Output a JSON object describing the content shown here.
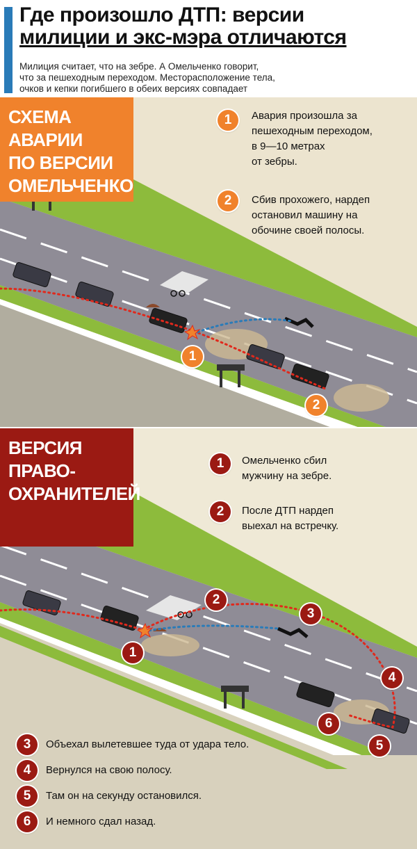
{
  "header": {
    "title_line1": "Где произошло ДТП: версии",
    "title_line2": "милиции и экс-мэра отличаются",
    "subtitle_line1": "Милиция считает, что на зебре. А Омельченко говорит,",
    "subtitle_line2": "что за пешеходным переходом. Месторасположение тела,",
    "subtitle_line3": "очков и кепки погибшего в обеих версиях совпадает"
  },
  "panel1": {
    "title_line1": "СХЕМА АВАРИИ",
    "title_line2": "ПО ВЕРСИИ",
    "title_line3": "ОМЕЛЬЧЕНКО",
    "items": [
      {
        "num": "1",
        "lines": [
          "Авария произошла за",
          "пешеходным переходом,",
          "в 9—10 метрах",
          "от зебры."
        ]
      },
      {
        "num": "2",
        "lines": [
          "Сбив прохожего, нардеп",
          "остановил машину на",
          "обочине своей полосы."
        ]
      }
    ],
    "markers": [
      "1",
      "2"
    ]
  },
  "panel2": {
    "title_line1": "ВЕРСИЯ",
    "title_line2": "ПРАВО-",
    "title_line3": "ОХРАНИТЕЛЕЙ",
    "items_top": [
      {
        "num": "1",
        "lines": [
          "Омельченко сбил",
          "мужчину на зебре."
        ]
      },
      {
        "num": "2",
        "lines": [
          "После ДТП нардеп",
          "выехал на встречку."
        ]
      }
    ],
    "items_bottom": [
      {
        "num": "3",
        "text": "Объехал вылетевшее туда от удара тело."
      },
      {
        "num": "4",
        "text": "Вернулся на свою полосу."
      },
      {
        "num": "5",
        "text": "Там он на секунду остановился."
      },
      {
        "num": "6",
        "text": "И немного сдал назад."
      }
    ],
    "markers": [
      "1",
      "2",
      "3",
      "4",
      "5",
      "6"
    ]
  },
  "colors": {
    "blue_bar": "#2a7bb8",
    "orange": "#f0822c",
    "dark_red": "#9b1a13",
    "grass": "#8dbb3c",
    "road": "#8f8c96",
    "path_red": "#e0291c",
    "path_blue": "#2a7bb8"
  }
}
